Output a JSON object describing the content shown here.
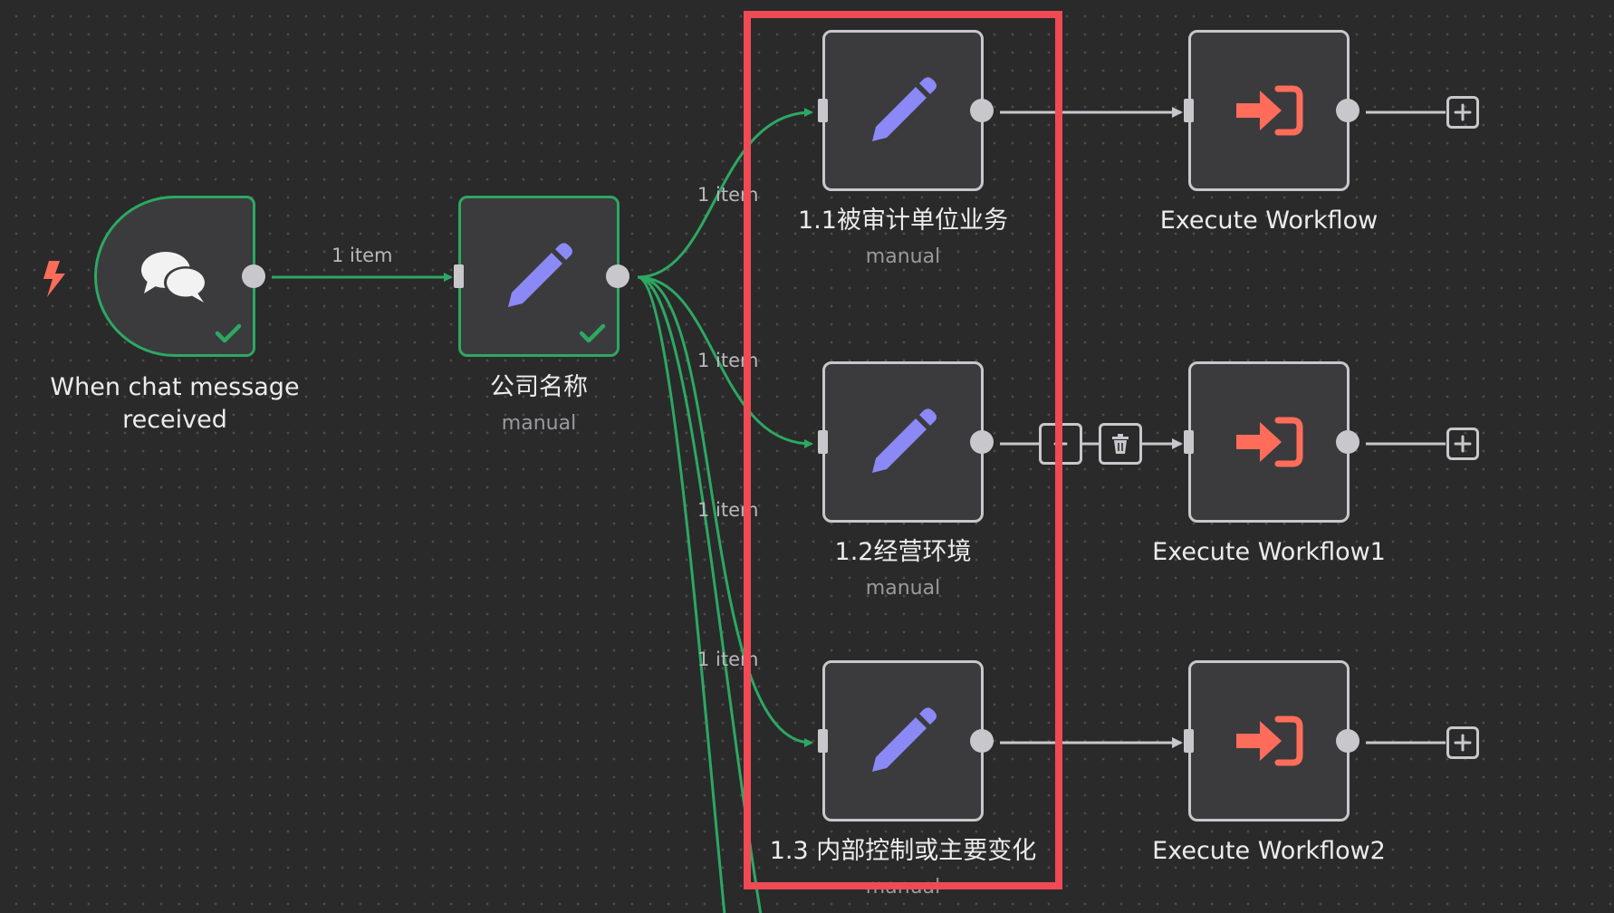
{
  "colors": {
    "canvas_bg": "#2a2a2b",
    "node_bg": "#3b3b3e",
    "node_border": "#c8c8cc",
    "success": "#2da862",
    "pencil": "#8a89f5",
    "execute_icon": "#ff6d5a",
    "trigger_bolt": "#ff6d5a",
    "selection": "#f04a55"
  },
  "trigger_icon": "lightning-bolt-icon",
  "nodes": {
    "chat_trigger": {
      "label": "When chat message\nreceived",
      "icon": "chat-bubbles-icon",
      "status": "success"
    },
    "company_name": {
      "label": "公司名称",
      "subtitle": "manual",
      "icon": "pencil-icon",
      "status": "success"
    },
    "audit_business": {
      "label": "1.1被审计单位业务",
      "subtitle": "manual",
      "icon": "pencil-icon"
    },
    "environment": {
      "label": "1.2经营环境",
      "subtitle": "manual",
      "icon": "pencil-icon"
    },
    "internal_control": {
      "label": "1.3 内部控制或主要变化",
      "subtitle": "manual",
      "icon": "pencil-icon"
    },
    "exec_wf": {
      "label": "Execute Workflow",
      "icon": "enter-arrow-icon"
    },
    "exec_wf1": {
      "label": "Execute Workflow1",
      "icon": "enter-arrow-icon"
    },
    "exec_wf2": {
      "label": "Execute Workflow2",
      "icon": "enter-arrow-icon"
    }
  },
  "edges": {
    "trigger_to_company": "1 item",
    "to_audit": "1 item",
    "to_environment": "1 item",
    "to_internal_control": "1 item",
    "to_offscreen": "1 item"
  },
  "edge_tools": [
    "add-node-icon",
    "trash-icon"
  ]
}
